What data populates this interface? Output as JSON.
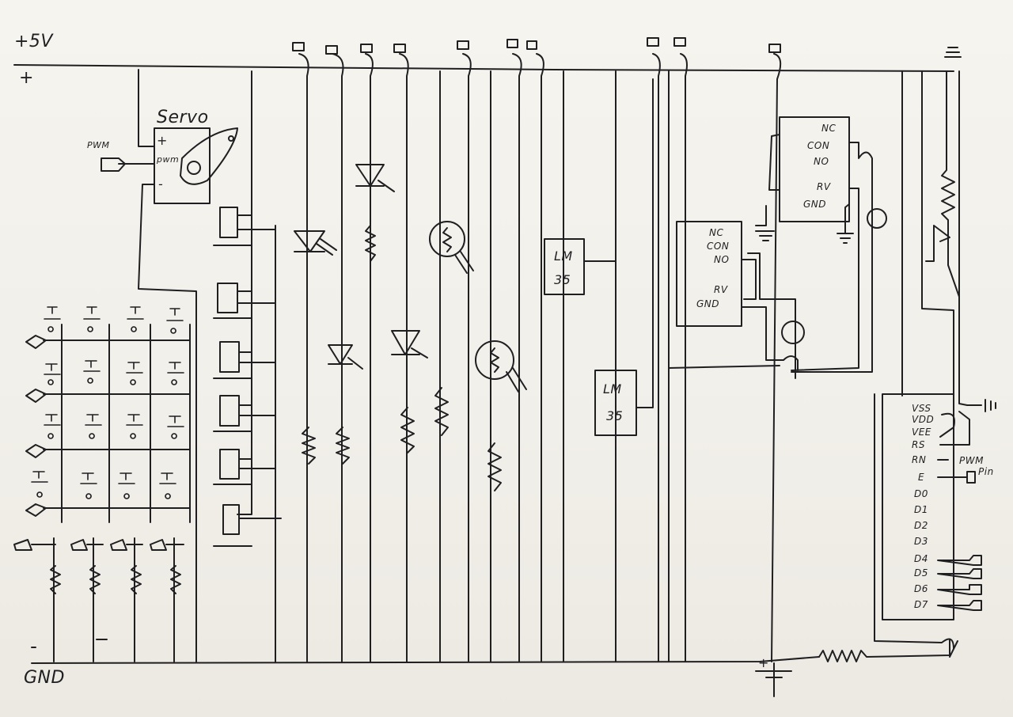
{
  "power": {
    "vcc_label": "+5V",
    "plus_symbol": "+",
    "gnd_label": "GND",
    "plus_sign_bottom": "+"
  },
  "servo": {
    "title": "Servo",
    "pin_plus": "+",
    "pin_pwm": "pwm",
    "pin_minus": "-",
    "pwm_input": "PWM"
  },
  "temp_sensor_1": {
    "line1": "LM",
    "line2": "35"
  },
  "temp_sensor_2": {
    "line1": "LM",
    "line2": "35"
  },
  "relay_1": {
    "pins": [
      "NC",
      "CON",
      "NO",
      "RV",
      "GND"
    ]
  },
  "relay_2": {
    "pins": [
      "NC",
      "CON",
      "NO",
      "RV",
      "GND"
    ]
  },
  "lcd": {
    "pins": [
      "VSS",
      "VDD",
      "VEE",
      "RS",
      "RN",
      "E",
      "D0",
      "D1",
      "D2",
      "D3",
      "D4",
      "D5",
      "D6",
      "D7"
    ],
    "pwm_label_1": "PWM",
    "pwm_label_2": "Pin"
  }
}
